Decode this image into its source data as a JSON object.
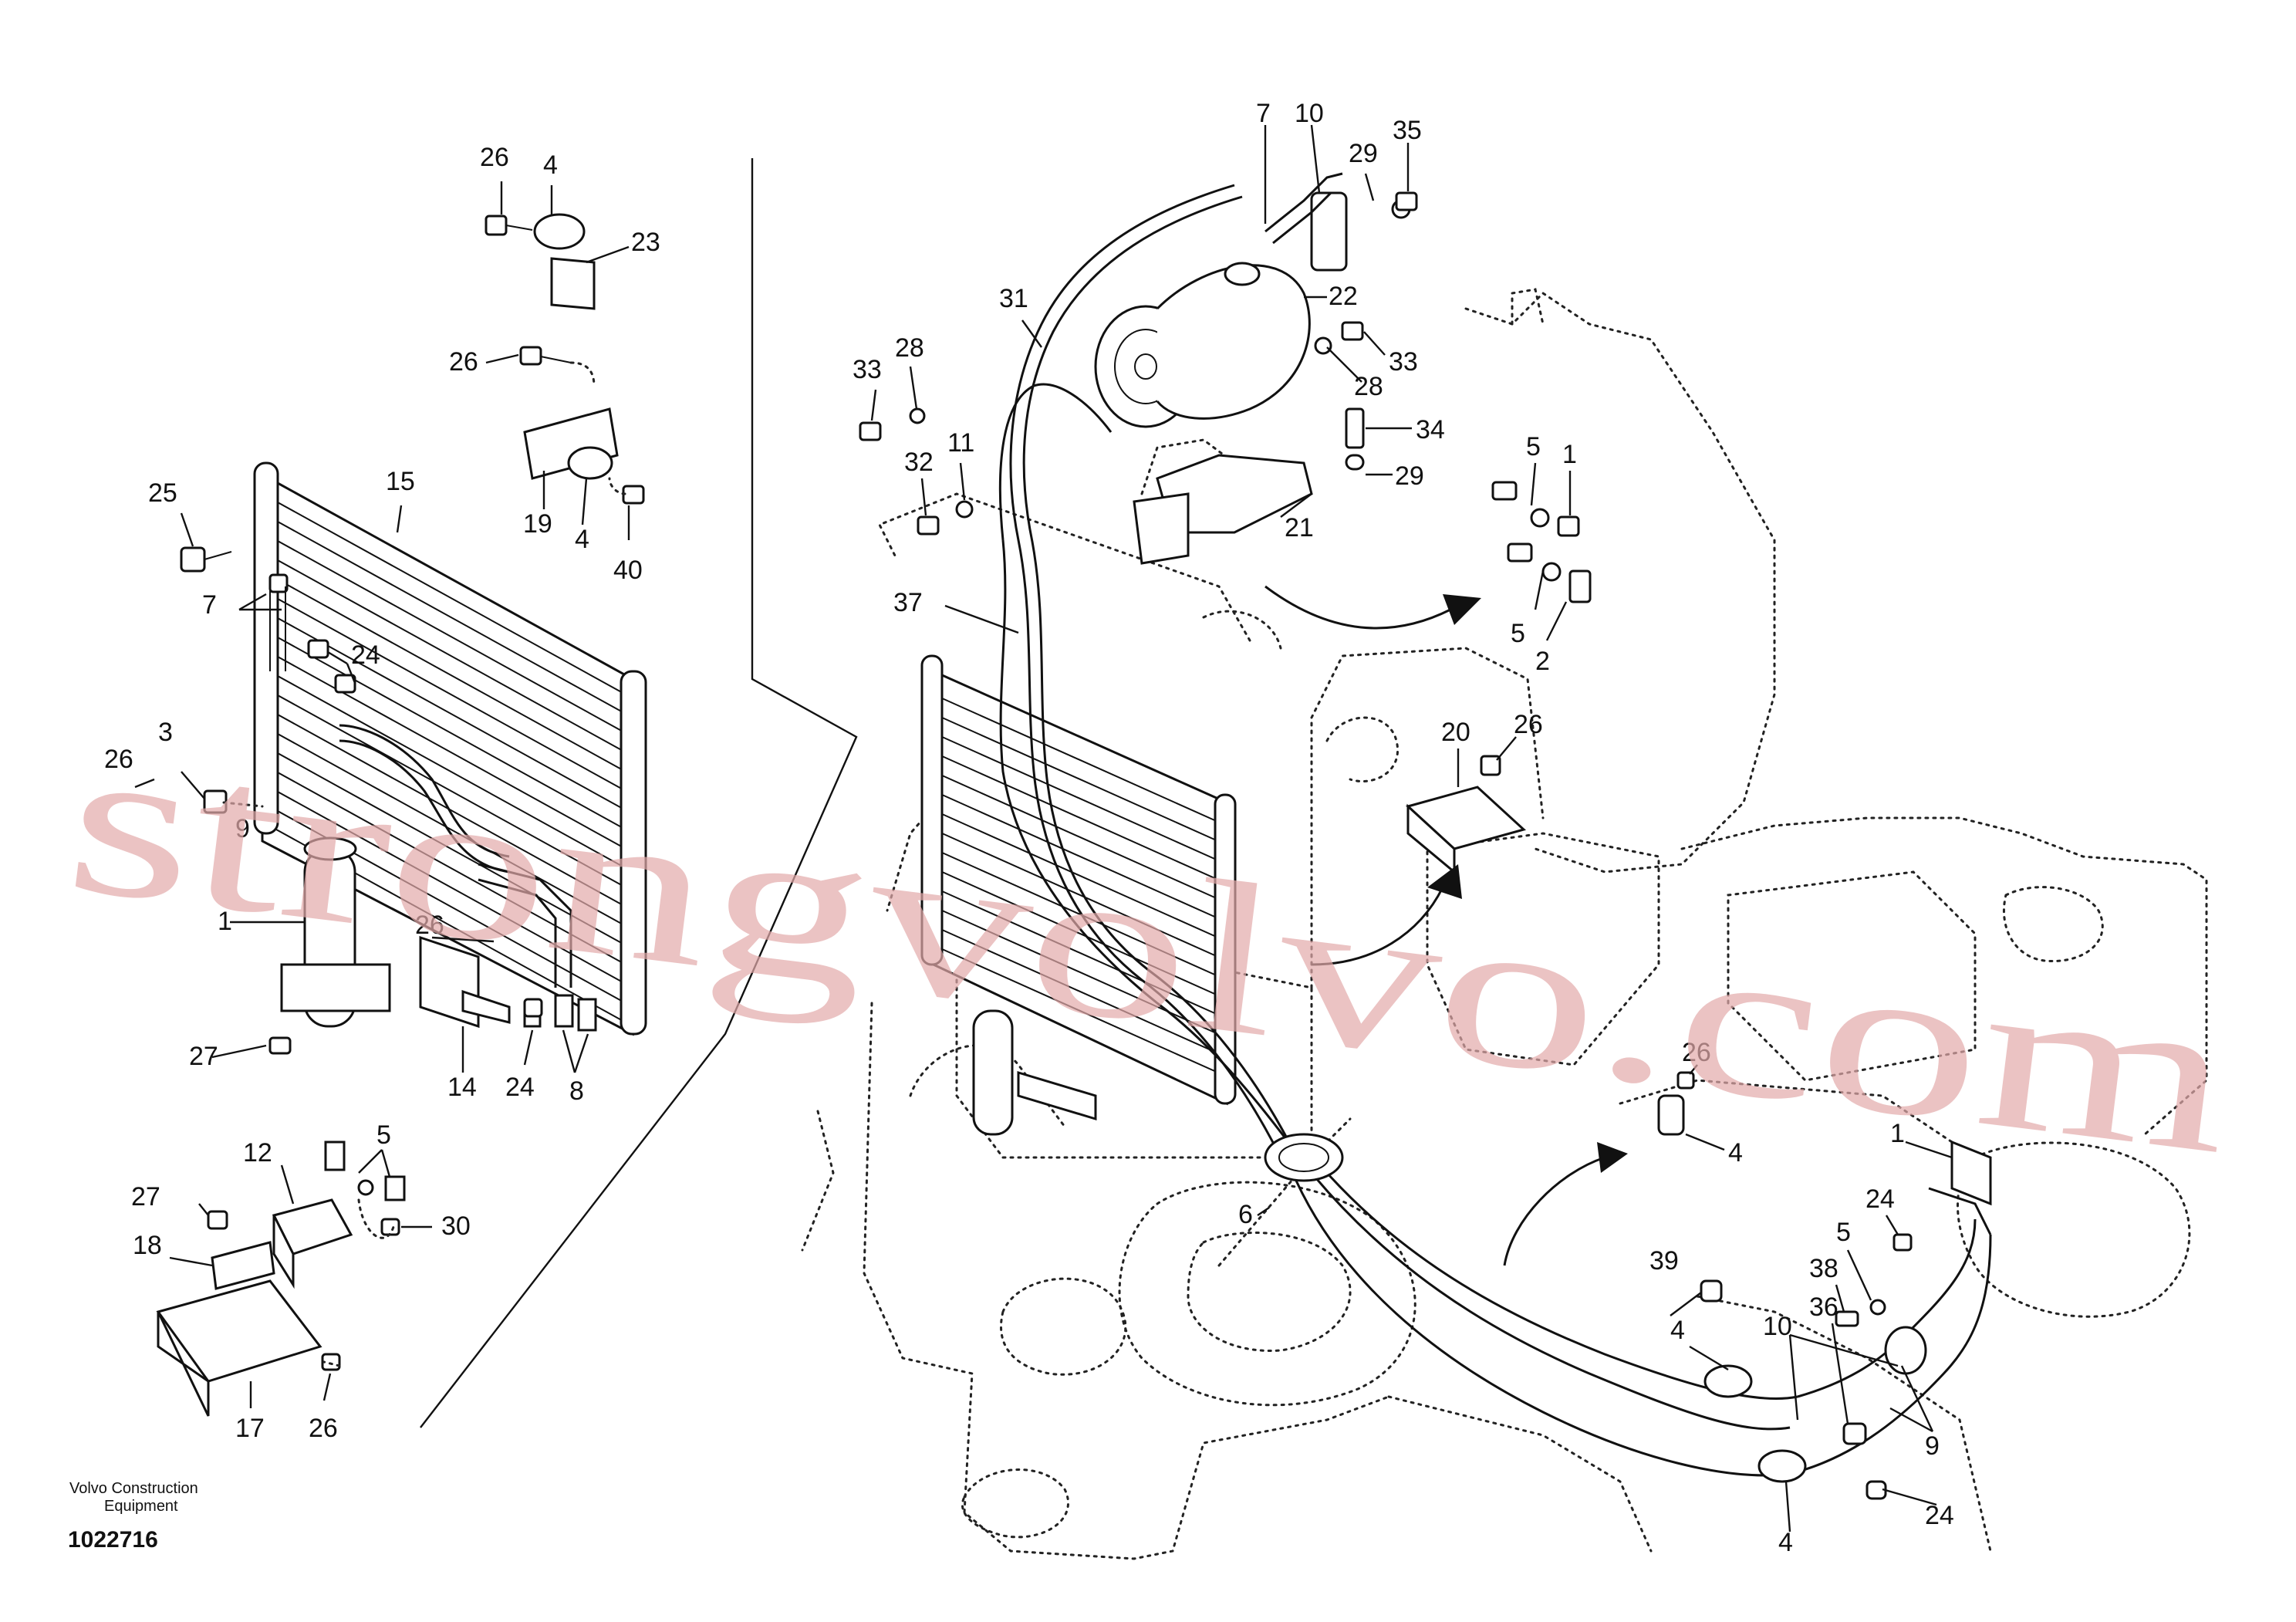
{
  "footer": {
    "company_line1": "Volvo Construction",
    "company_line2": "Equipment",
    "doc_number": "1022716"
  },
  "watermark": {
    "text": "strongvolvo.com",
    "color": "#e2aaaa"
  },
  "callouts": [
    {
      "id": "c01",
      "text": "26"
    },
    {
      "id": "c02",
      "text": "4"
    },
    {
      "id": "c03",
      "text": "23"
    },
    {
      "id": "c04",
      "text": "26"
    },
    {
      "id": "c05",
      "text": "19"
    },
    {
      "id": "c06",
      "text": "4"
    },
    {
      "id": "c07",
      "text": "40"
    },
    {
      "id": "c08",
      "text": "25"
    },
    {
      "id": "c09",
      "text": "15"
    },
    {
      "id": "c10",
      "text": "7"
    },
    {
      "id": "c11",
      "text": "24"
    },
    {
      "id": "c12",
      "text": "3"
    },
    {
      "id": "c13",
      "text": "26"
    },
    {
      "id": "c14",
      "text": "9"
    },
    {
      "id": "c15",
      "text": "1"
    },
    {
      "id": "c16",
      "text": "26"
    },
    {
      "id": "c17",
      "text": "27"
    },
    {
      "id": "c18",
      "text": "14"
    },
    {
      "id": "c19",
      "text": "24"
    },
    {
      "id": "c20",
      "text": "8"
    },
    {
      "id": "c21",
      "text": "12"
    },
    {
      "id": "c22",
      "text": "5"
    },
    {
      "id": "c23",
      "text": "27"
    },
    {
      "id": "c24",
      "text": "18"
    },
    {
      "id": "c25",
      "text": "30"
    },
    {
      "id": "c26",
      "text": "17"
    },
    {
      "id": "c27",
      "text": "26"
    },
    {
      "id": "c28",
      "text": "7"
    },
    {
      "id": "c29",
      "text": "10"
    },
    {
      "id": "c30",
      "text": "29"
    },
    {
      "id": "c31",
      "text": "35"
    },
    {
      "id": "c32",
      "text": "31"
    },
    {
      "id": "c33",
      "text": "22"
    },
    {
      "id": "c34",
      "text": "33"
    },
    {
      "id": "c35",
      "text": "28"
    },
    {
      "id": "c36",
      "text": "33"
    },
    {
      "id": "c37",
      "text": "28"
    },
    {
      "id": "c38",
      "text": "34"
    },
    {
      "id": "c39",
      "text": "32"
    },
    {
      "id": "c40",
      "text": "11"
    },
    {
      "id": "c41",
      "text": "29"
    },
    {
      "id": "c42",
      "text": "21"
    },
    {
      "id": "c43",
      "text": "37"
    },
    {
      "id": "c44",
      "text": "5"
    },
    {
      "id": "c45",
      "text": "1"
    },
    {
      "id": "c46",
      "text": "5"
    },
    {
      "id": "c47",
      "text": "2"
    },
    {
      "id": "c48",
      "text": "20"
    },
    {
      "id": "c49",
      "text": "26"
    },
    {
      "id": "c50",
      "text": "26"
    },
    {
      "id": "c51",
      "text": "4"
    },
    {
      "id": "c52",
      "text": "6"
    },
    {
      "id": "c53",
      "text": "1"
    },
    {
      "id": "c54",
      "text": "24"
    },
    {
      "id": "c55",
      "text": "5"
    },
    {
      "id": "c56",
      "text": "39"
    },
    {
      "id": "c57",
      "text": "38"
    },
    {
      "id": "c58",
      "text": "36"
    },
    {
      "id": "c59",
      "text": "10"
    },
    {
      "id": "c60",
      "text": "4"
    },
    {
      "id": "c61",
      "text": "9"
    },
    {
      "id": "c62",
      "text": "24"
    },
    {
      "id": "c63",
      "text": "4"
    }
  ]
}
